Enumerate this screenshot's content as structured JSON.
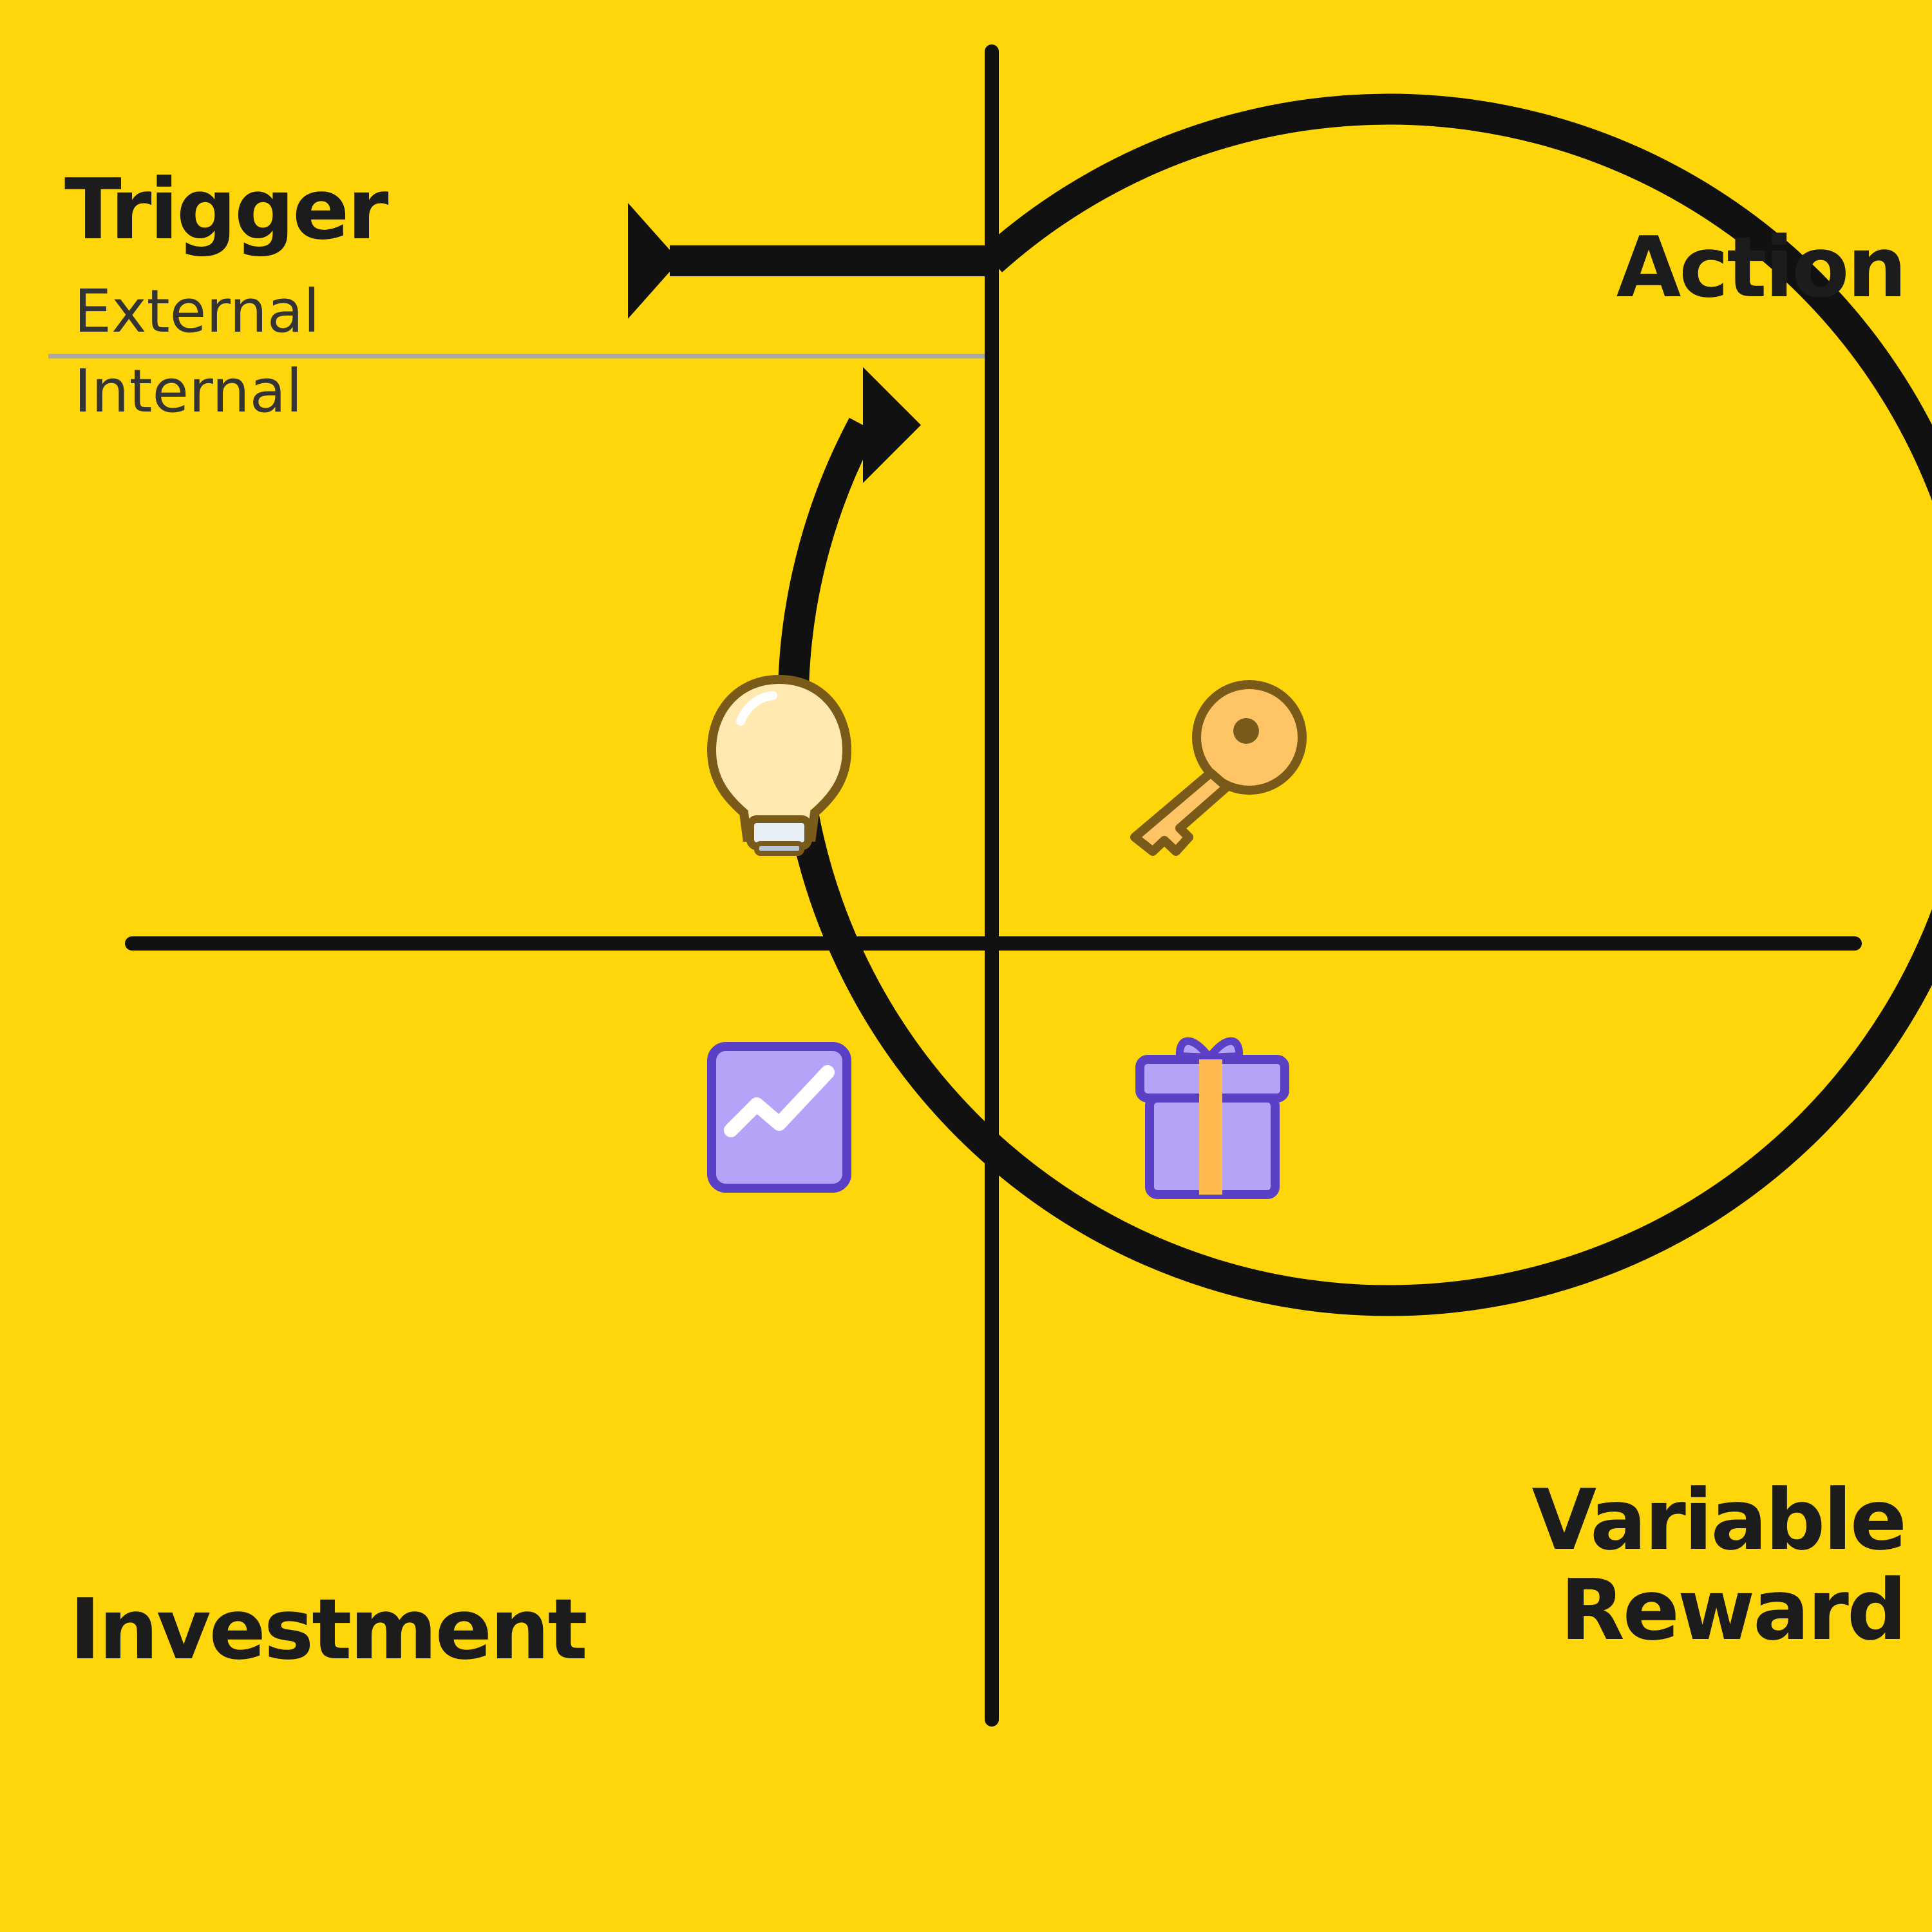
{
  "trigger": {
    "title": "Trigger",
    "external": "External",
    "internal": "Internal"
  },
  "action": {
    "title": "Action"
  },
  "variable_reward": {
    "title_line1": "Variable",
    "title_line2": "Reward"
  },
  "investment": {
    "title": "Investment"
  },
  "icons": {
    "trigger": "light-bulb-icon",
    "action": "key-icon",
    "investment": "chart-increasing-icon",
    "variable_reward": "gift-box-icon"
  },
  "colors": {
    "background": "#FFD60A",
    "ink": "#111111",
    "divider": "#A8A8A8",
    "bulb_glow": "#FFE9B0",
    "key_fill": "#FFC466",
    "icon_outline": "#7A5A18",
    "purple_fill": "#B5A3F7",
    "purple_outline": "#5B3FC4",
    "ribbon": "#FFB84D"
  }
}
